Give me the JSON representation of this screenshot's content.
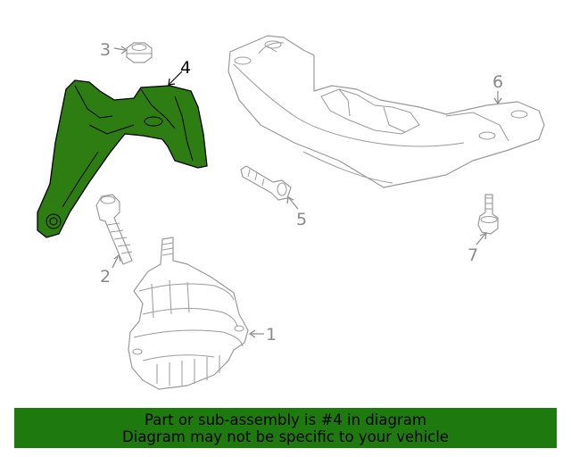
{
  "diagram": {
    "highlight_color": "#2e7d12",
    "highlighted_part": "4",
    "callouts": [
      "1",
      "2",
      "3",
      "4",
      "5",
      "6",
      "7"
    ]
  },
  "banner": {
    "line1": "Part or sub-assembly is #4 in diagram",
    "line2": "Diagram may not be specific to your vehicle",
    "background": "#1e7a0e"
  }
}
